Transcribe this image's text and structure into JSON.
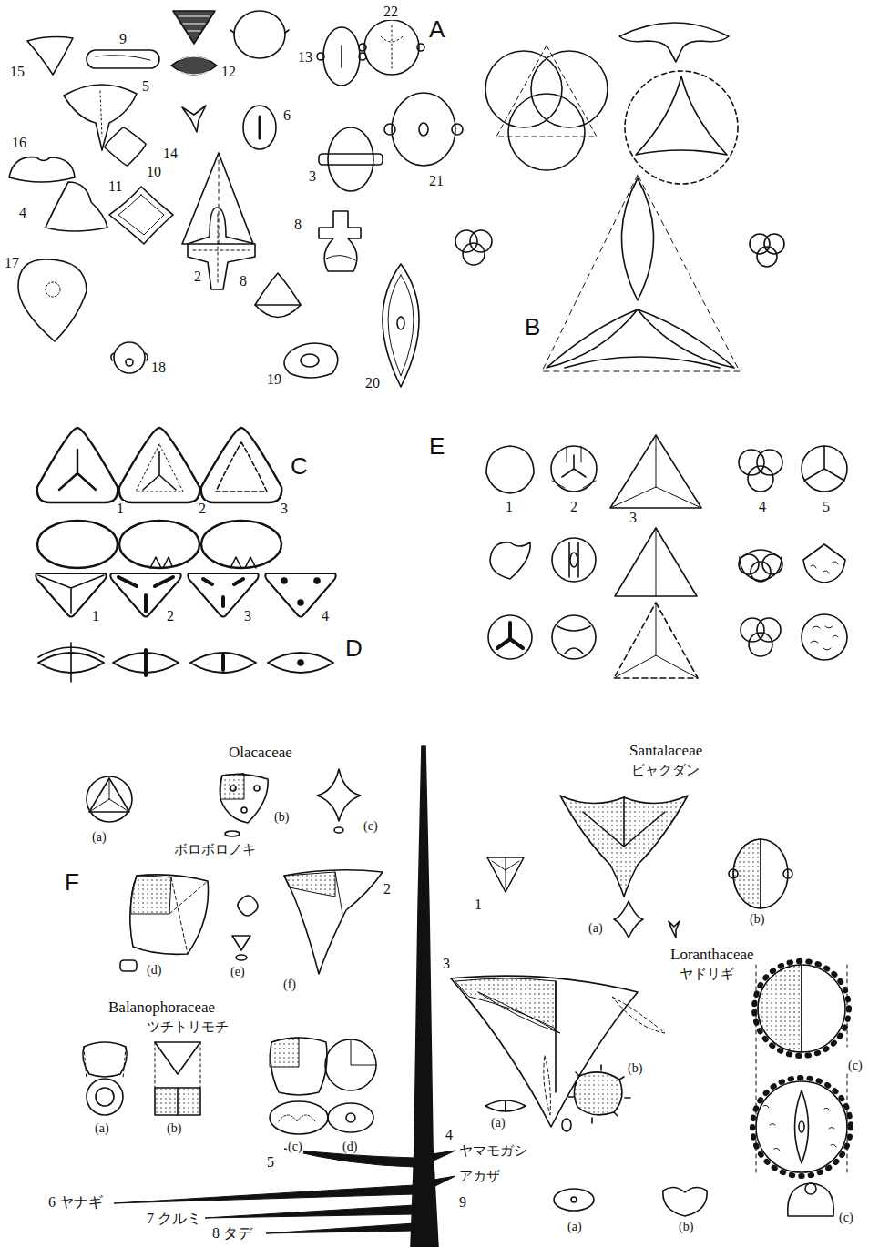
{
  "diagram": {
    "labels": [
      "22",
      "A",
      "9",
      "15",
      "12",
      "13",
      "5",
      "6",
      "16",
      "14",
      "3",
      "21",
      "10",
      "4",
      "11",
      "8",
      "8",
      "17",
      "18",
      "2",
      "19",
      "20",
      "B",
      "C",
      "1",
      "2",
      "3",
      "1",
      "2",
      "3",
      "4",
      "D",
      "E",
      "1",
      "2",
      "3",
      "4",
      "5",
      "Olacaceae",
      "(a)",
      "(b)",
      "(c)",
      "F",
      "ボロボロノキ",
      "(d)",
      "(e)",
      "(f)",
      "2",
      "Santalaceae",
      "ビャクダン",
      "1",
      "(a)",
      "(b)",
      "Loranthaceae",
      "ヤドリギ",
      "3",
      "(a)",
      "(b)",
      "(c)",
      "Balanophoraceae",
      "ツチトリモチ",
      "(a)",
      "(b)",
      "(c)",
      "(d)",
      "4",
      "5",
      "6 ヤナギ",
      "7 クルミ",
      "8 タデ",
      "ヤマモガシ",
      "アカザ",
      "9",
      "(a)",
      "(b)",
      "(c)"
    ]
  }
}
